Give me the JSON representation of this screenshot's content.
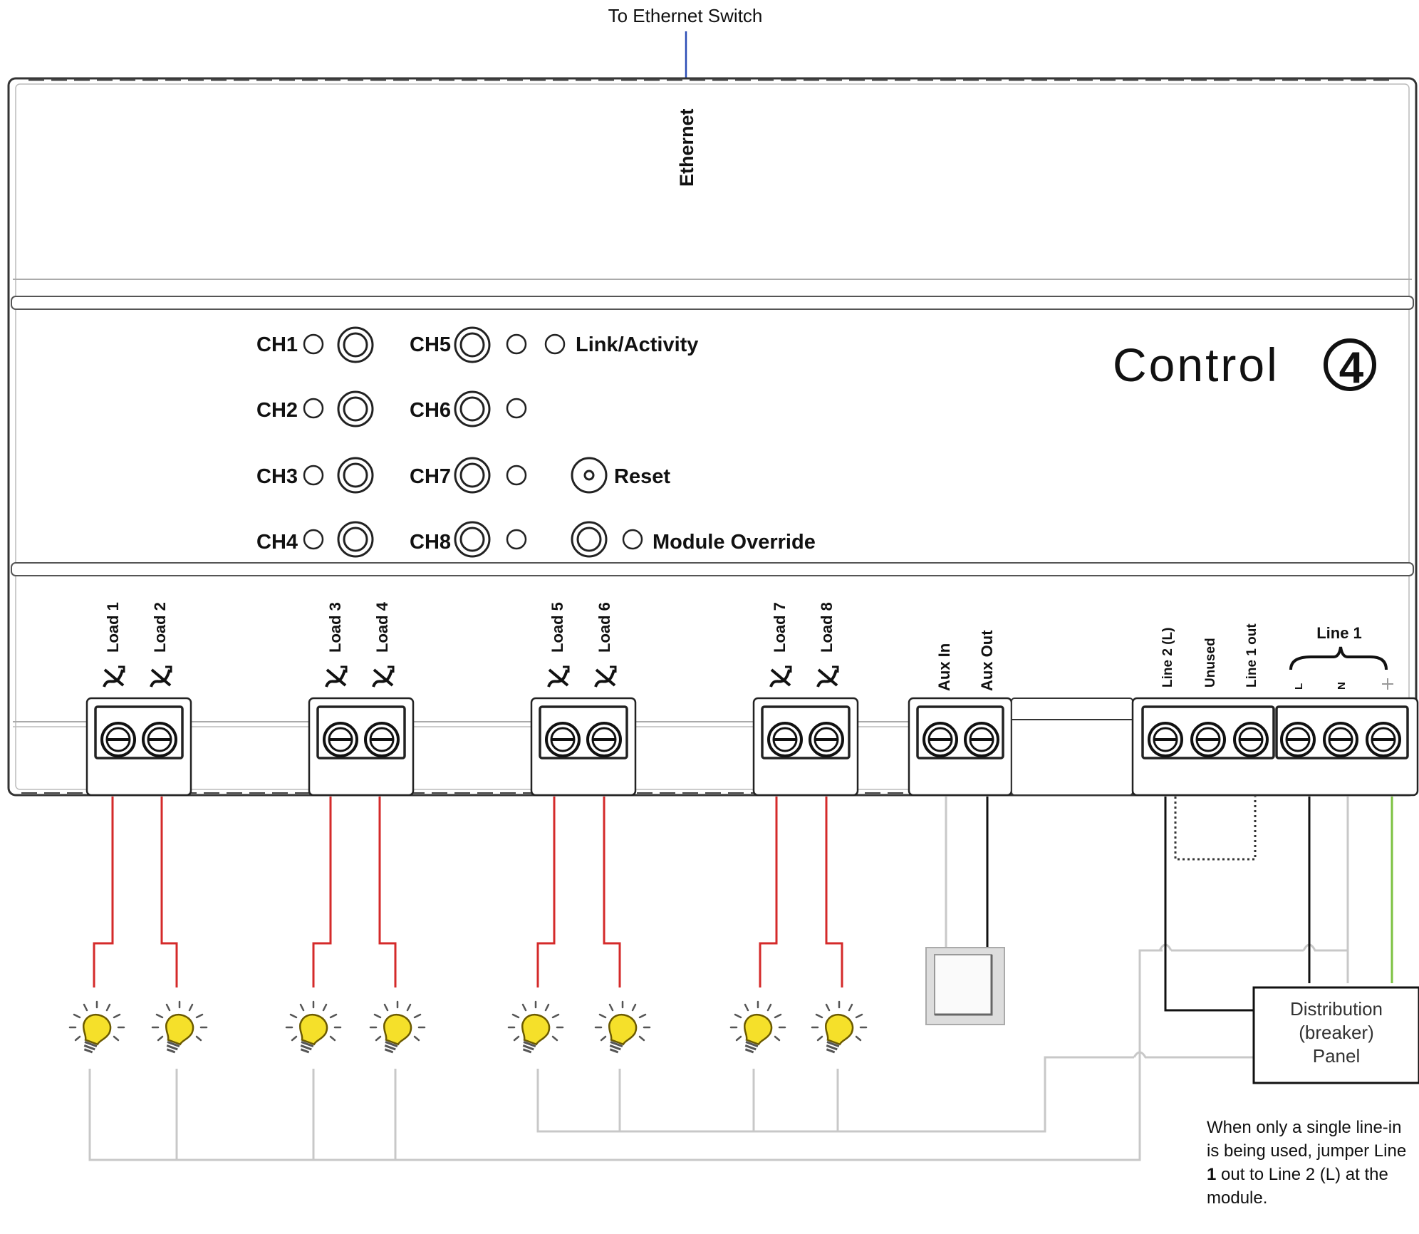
{
  "header": {
    "ethernet_switch_label": "To Ethernet Switch"
  },
  "module": {
    "brand": "Control",
    "brand_mark": "4",
    "ethernet_port_label": "Ethernet",
    "indicators": {
      "ch1": "CH1",
      "ch2": "CH2",
      "ch3": "CH3",
      "ch4": "CH4",
      "ch5": "CH5",
      "ch6": "CH6",
      "ch7": "CH7",
      "ch8": "CH8",
      "link_activity": "Link/Activity",
      "reset": "Reset",
      "module_override": "Module Override"
    },
    "terminals": {
      "load1": "Load 1",
      "load2": "Load 2",
      "load3": "Load 3",
      "load4": "Load 4",
      "load5": "Load 5",
      "load6": "Load 6",
      "load7": "Load 7",
      "load8": "Load 8",
      "aux_in": "Aux In",
      "aux_out": "Aux Out",
      "line2": "Line 2 (L)",
      "unused": "Unused",
      "line1_out": "Line 1 out",
      "line1": "Line 1",
      "line1_l": "L",
      "line1_n": "N"
    }
  },
  "panel": {
    "line1": "Distribution",
    "line2": "(breaker)",
    "line3": "Panel"
  },
  "note": {
    "part1": "When only a single line-in is being used, jumper Line ",
    "bold": "1",
    "part2": " out to Line 2 (L) at the module."
  },
  "colors": {
    "load_wire": "#d42a2a",
    "neutral_wire": "#c8c8c8",
    "hot_wire": "#111111",
    "ground_wire": "#7dc242",
    "ethernet_wire": "#2b4db5",
    "bulb": "#f5e02a"
  }
}
